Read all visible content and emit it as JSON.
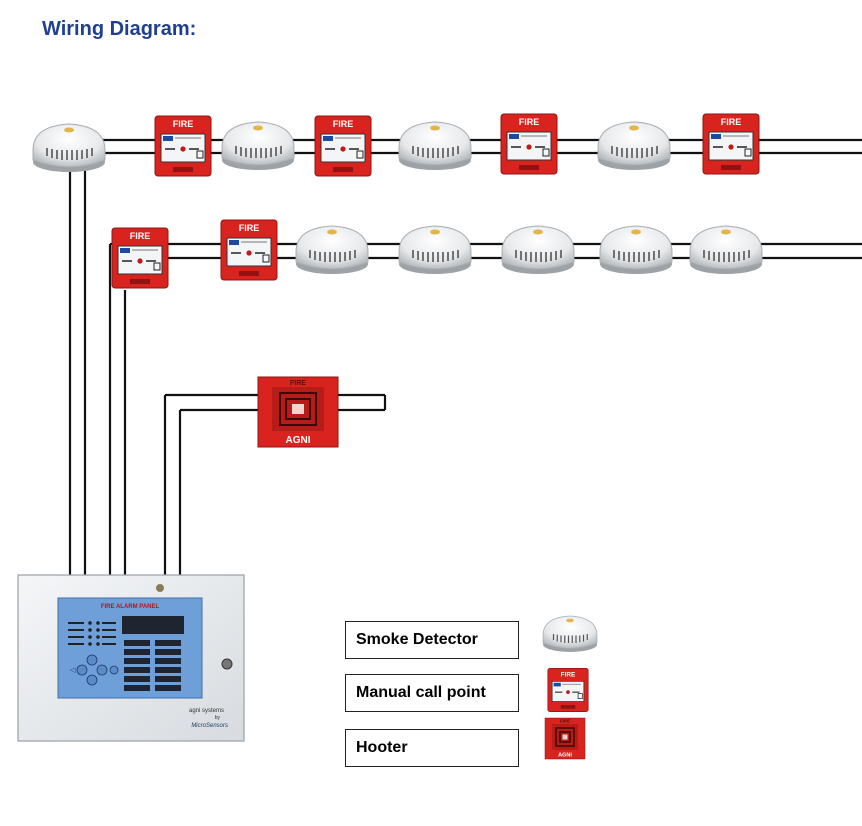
{
  "title": "Wiring Diagram:",
  "device_labels": {
    "call_point": "FIRE",
    "hooter_top": "FIRE",
    "hooter_bottom": "AGNI"
  },
  "panel": {
    "title": "FIRE ALARM PANEL",
    "brand_line1": "agni systems",
    "brand_line2": "by",
    "brand_line3": "MicroSensors"
  },
  "legend": {
    "smoke_detector": "Smoke Detector",
    "manual_call_point": "Manual call point",
    "hooter": "Hooter"
  },
  "colors": {
    "title": "#1f3f8f",
    "device_red": "#d8231f",
    "wire": "#111111",
    "panel_blue": "#6f9fd8"
  }
}
